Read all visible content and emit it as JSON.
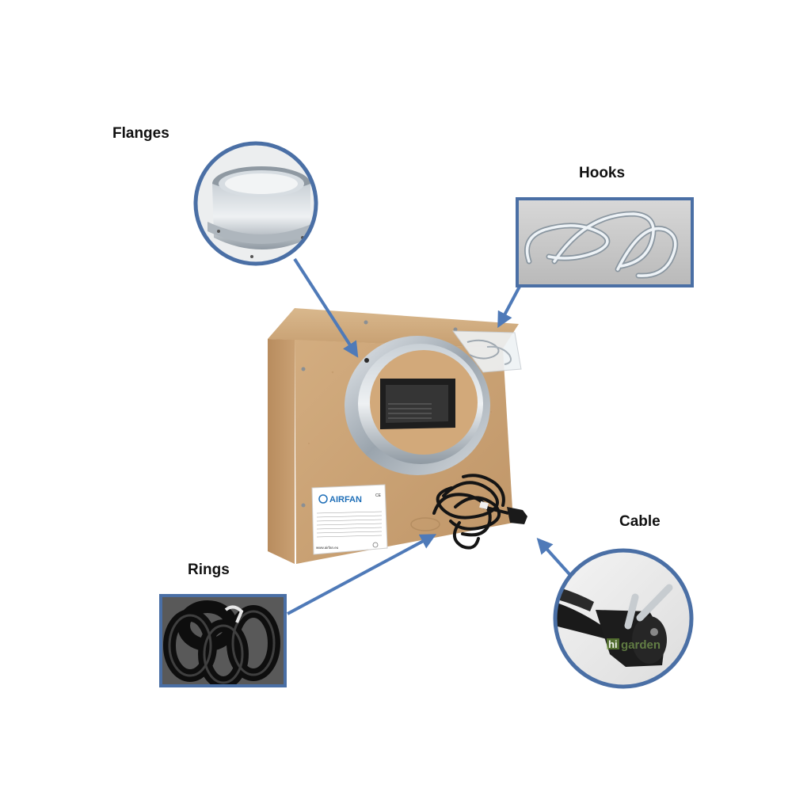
{
  "callouts": {
    "flanges": "Flanges",
    "hooks": "Hooks",
    "cable": "Cable",
    "rings": "Rings"
  },
  "product": {
    "brand": "AIRFAN",
    "ce_mark": "CE",
    "website": "www.airfan.eu"
  },
  "watermark": {
    "logo_hi": "hi",
    "logo_garden": "garden"
  },
  "colors": {
    "callout_border": "#4a6fa5",
    "arrow": "#4f7ab8",
    "box_wood": "#c9a47a"
  },
  "icons": {
    "flange": "metal-flange-ring",
    "hooks": "s-hooks",
    "cable": "power-plug",
    "rings": "rubber-rings"
  }
}
